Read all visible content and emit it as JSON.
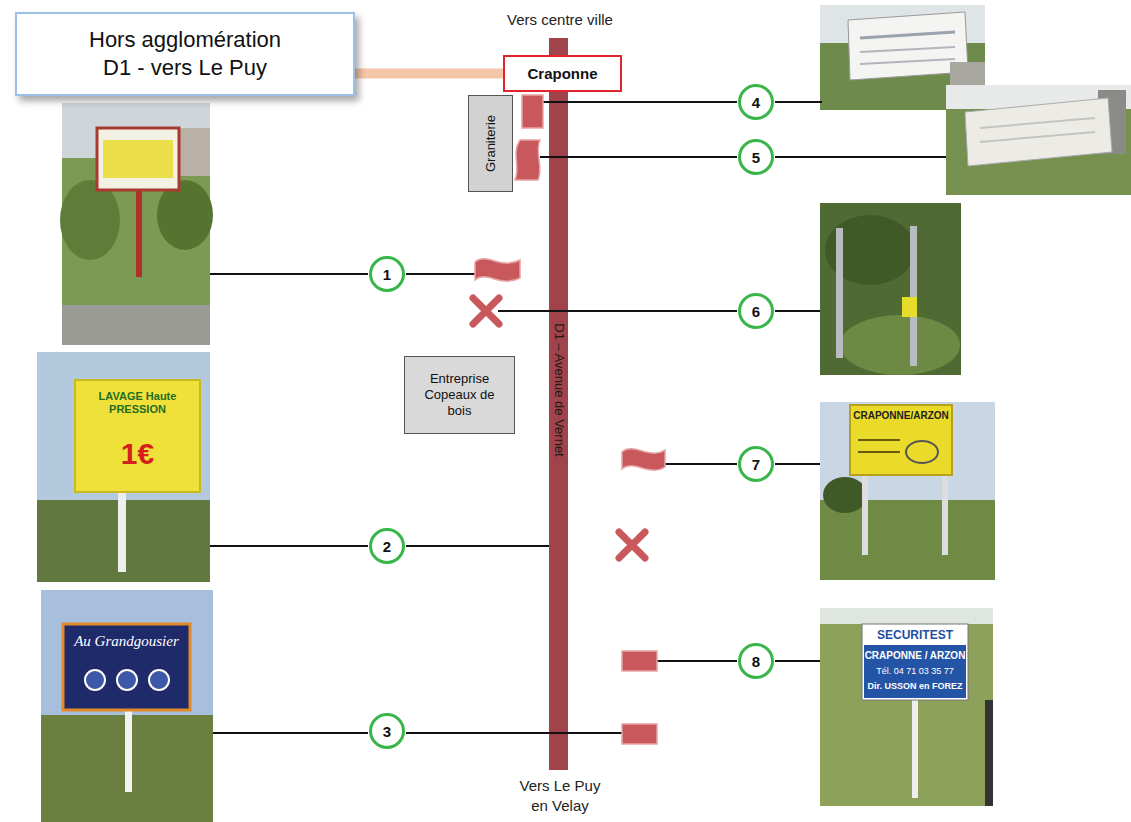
{
  "diagram": {
    "nodes": [
      {
        "text": [
          "Hors agglomération D1 - vers Le Puy"
        ]
      },
      {
        "text": [
          "Craponne"
        ]
      },
      {
        "text": [
          "Graniterie"
        ]
      },
      {
        "text": [
          "4"
        ]
      },
      {
        "text": [
          "5"
        ]
      },
      {
        "text": [
          "1"
        ]
      },
      {
        "text": [
          "6"
        ]
      },
      {
        "text": [
          "Entreprise Copeaux de bois"
        ]
      },
      {
        "text": [
          "7"
        ]
      },
      {
        "text": [
          "2"
        ]
      },
      {
        "text": [
          "8"
        ]
      },
      {
        "text": [
          "3"
        ]
      }
    ],
    "edges": [
      {
        "from": 0,
        "to": 1,
        "arrow": "none"
      }
    ],
    "labels": [
      "Vers centre ville",
      "D1 – Avenue de Vernet",
      "Vers Le Puy en Velay",
      "LAVAGE Haute PRESSION",
      "1€",
      "Au Grandgousier",
      "CRAPONNE/ARZON",
      "SECURITEST",
      "CRAPONNE / ARZON",
      "Tél. 04 71 03 35 77",
      "Dir. USSON en FOREZ"
    ]
  }
}
